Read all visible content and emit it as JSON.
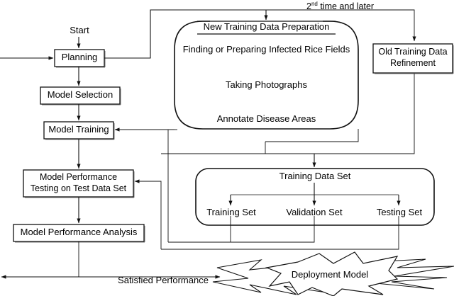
{
  "diagram": {
    "title": "Rice Disease Model Development Flowchart",
    "type": "flowchart",
    "line_color": "#111111",
    "box_fill": "#ffffff",
    "nodes": {
      "start": "Start",
      "planning": "Planning",
      "model_selection": "Model Selection",
      "model_training": "Model Training",
      "model_perf_testing_l1": "Model Performance",
      "model_perf_testing_l2": "Testing on Test Data Set",
      "model_perf_analysis": "Model Performance Analysis",
      "new_training_data_prep": "New Training Data Preparation",
      "finding_fields": "Finding or Preparing Infected Rice Fields",
      "taking_photographs": "Taking Photographs",
      "annotate_disease": "Annotate Disease Areas",
      "old_training_data_l1": "Old Training Data",
      "old_training_data_l2": "Refinement",
      "training_data_set": "Training Data Set",
      "training_set": "Training Set",
      "validation_set": "Validation Set",
      "testing_set": "Testing Set",
      "deployment_model": "Deployment Model"
    },
    "edge_labels": {
      "second_time_prefix": "2",
      "second_time_sup": "nd",
      "second_time_rest": " time and later",
      "satisfied_performance": "Satisfied Performance"
    }
  }
}
